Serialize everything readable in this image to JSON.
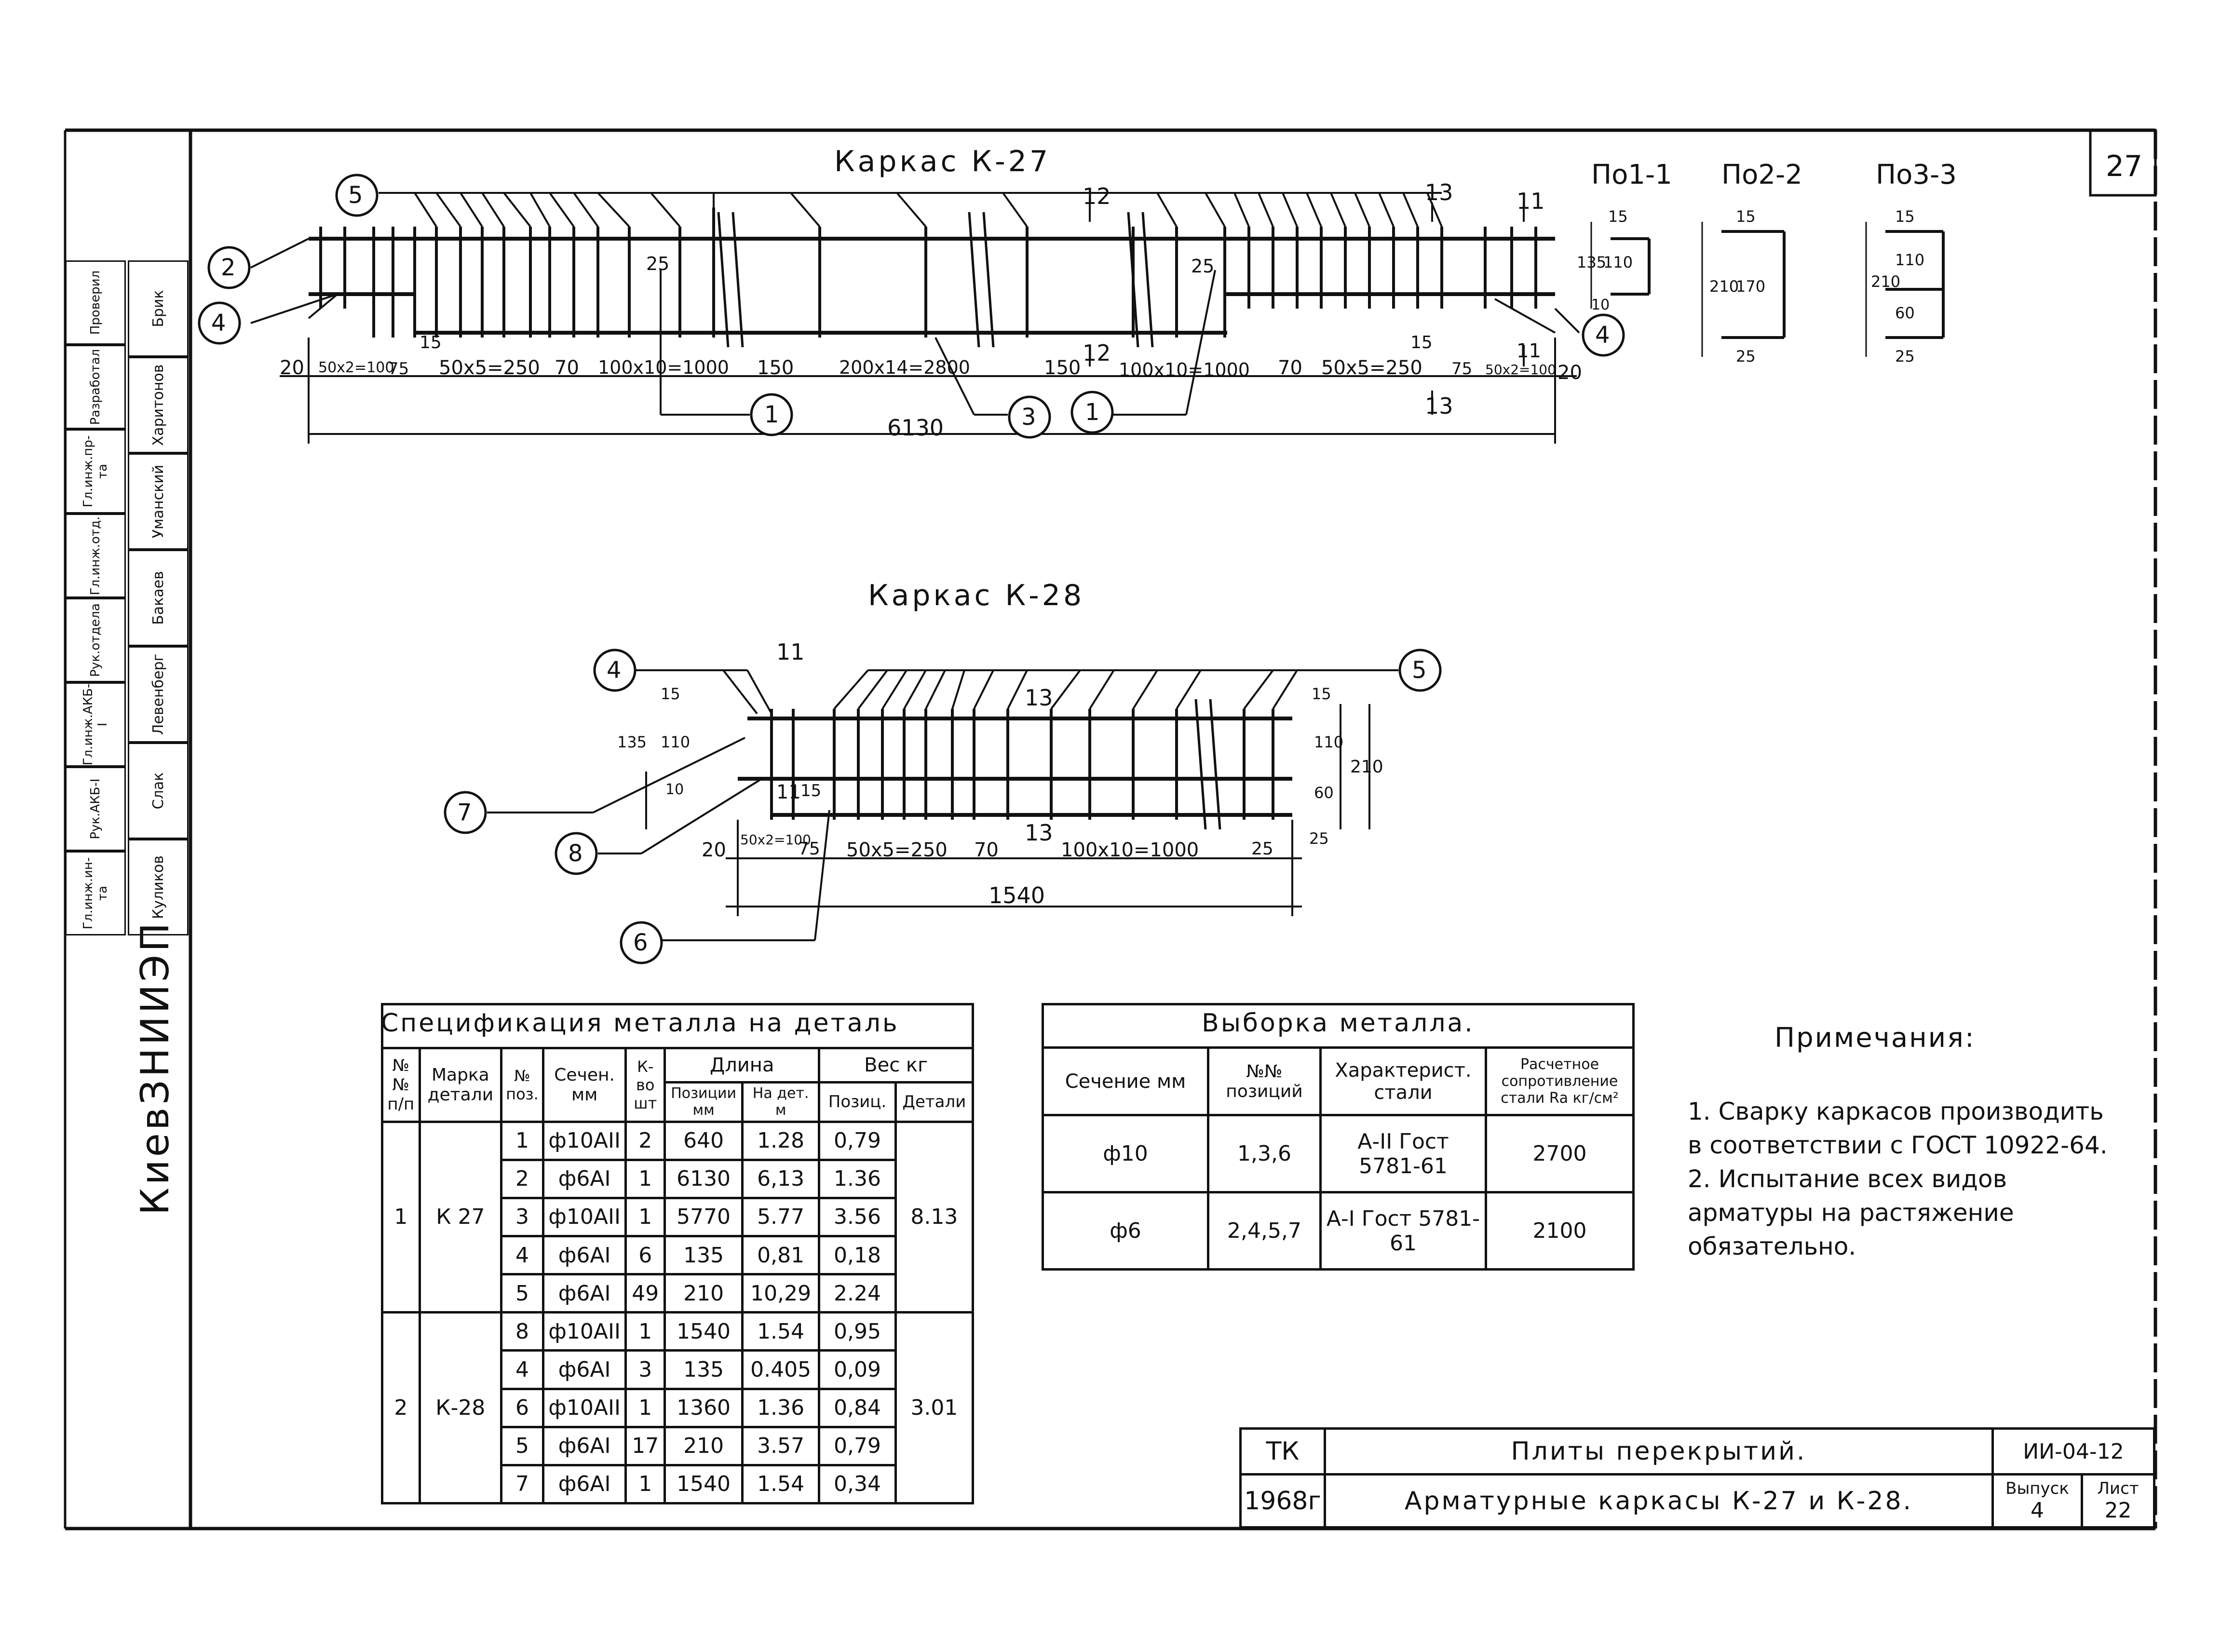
{
  "sheet_number": "27",
  "k27": {
    "title": "Каркас К-27",
    "positions": [
      "5",
      "2",
      "4",
      "1",
      "3",
      "1",
      "4"
    ],
    "marks": [
      "12",
      "12",
      "13",
      "13",
      "11",
      "11",
      "15",
      "15",
      "25",
      "25"
    ],
    "dims": [
      "20",
      "50x2=100",
      "75",
      "50x5=250",
      "70",
      "100x10=1000",
      "150",
      "200x14=2800",
      "150",
      "100x10=1000",
      "70",
      "50x5=250",
      "75",
      "50x2=100",
      "20"
    ],
    "total": "6130"
  },
  "sections": [
    {
      "label": "По1-1",
      "dims": [
        "15",
        "135",
        "110",
        "10"
      ]
    },
    {
      "label": "По2-2",
      "dims": [
        "15",
        "210",
        "170",
        "25"
      ]
    },
    {
      "label": "По3-3",
      "dims": [
        "15",
        "210",
        "110",
        "60",
        "25"
      ]
    }
  ],
  "k28": {
    "title": "Каркас К-28",
    "positions": [
      "4",
      "7",
      "8",
      "6",
      "5"
    ],
    "marks": [
      "11",
      "11",
      "13",
      "13"
    ],
    "side_dims": [
      "15",
      "135",
      "110",
      "10",
      "15",
      "110",
      "60",
      "25",
      "210"
    ],
    "dims": [
      "20",
      "50x2=100",
      "75",
      "50x5=250",
      "70",
      "100x10=1000",
      "25",
      "15"
    ],
    "total": "1540"
  },
  "spec_table": {
    "title": "Спецификация металла на деталь",
    "headers": {
      "num": "№№ п/п",
      "mark": "Марка детали",
      "pos": "№ поз.",
      "section": "Сечен. мм",
      "qty": "К-во шт",
      "length": "Длина",
      "len_pos": "Позиции мм",
      "len_det": "На дет. м",
      "weight": "Вес кг",
      "w_pos": "Позиц.",
      "w_det": "Детали"
    },
    "groups": [
      {
        "num": "1",
        "mark": "К 27",
        "total": "8.13",
        "rows": [
          [
            "1",
            "ф10АII",
            "2",
            "640",
            "1.28",
            "0,79"
          ],
          [
            "2",
            "ф6АI",
            "1",
            "6130",
            "6,13",
            "1.36"
          ],
          [
            "3",
            "ф10АII",
            "1",
            "5770",
            "5.77",
            "3.56"
          ],
          [
            "4",
            "ф6АI",
            "6",
            "135",
            "0,81",
            "0,18"
          ],
          [
            "5",
            "ф6АI",
            "49",
            "210",
            "10,29",
            "2.24"
          ]
        ]
      },
      {
        "num": "2",
        "mark": "К-28",
        "total": "3.01",
        "rows": [
          [
            "8",
            "ф10АII",
            "1",
            "1540",
            "1.54",
            "0,95"
          ],
          [
            "4",
            "ф6АI",
            "3",
            "135",
            "0.405",
            "0,09"
          ],
          [
            "6",
            "ф10АII",
            "1",
            "1360",
            "1.36",
            "0,84"
          ],
          [
            "5",
            "ф6АI",
            "17",
            "210",
            "3.57",
            "0,79"
          ],
          [
            "7",
            "ф6АI",
            "1",
            "1540",
            "1.54",
            "0,34"
          ]
        ]
      }
    ]
  },
  "metal_table": {
    "title": "Выборка металла.",
    "headers": [
      "Сечение мм",
      "№№ позиций",
      "Характерист. стали",
      "Расчетное сопротивление стали Rа кг/см²"
    ],
    "rows": [
      [
        "ф10",
        "1,3,6",
        "А-II Гост 5781-61",
        "2700"
      ],
      [
        "ф6",
        "2,4,5,7",
        "А-I Гост 5781-61",
        "2100"
      ]
    ]
  },
  "notes": {
    "title": "Примечания:",
    "items": [
      "1. Сварку каркасов производить в соответствии с ГОСТ 10922-64.",
      "2. Испытание всех видов арматуры на растяжение обязательно."
    ]
  },
  "title_block": {
    "org": "ТК",
    "year": "1968г",
    "name1": "Плиты перекрытий.",
    "name2": "Арматурные каркасы К-27 и К-28.",
    "code": "ИИ-04-12",
    "issue_label": "Выпуск",
    "issue": "4",
    "sheet_label": "Лист",
    "sheet": "22"
  },
  "side_stamp": {
    "org": "КиевЗНИИЭП",
    "roles": [
      "Гл.инж.ин-та",
      "Рук.АКБ-I",
      "Гл.инж.АКБ-I",
      "Рук.отдела",
      "Гл.инж.отд.",
      "Гл.инж.пр-та",
      "Разработал",
      "Проверил"
    ],
    "names": [
      "Куликов",
      "Слак",
      "Левенберг",
      "Бакаев",
      "Уманский",
      "Харитонов",
      "Брик"
    ]
  }
}
